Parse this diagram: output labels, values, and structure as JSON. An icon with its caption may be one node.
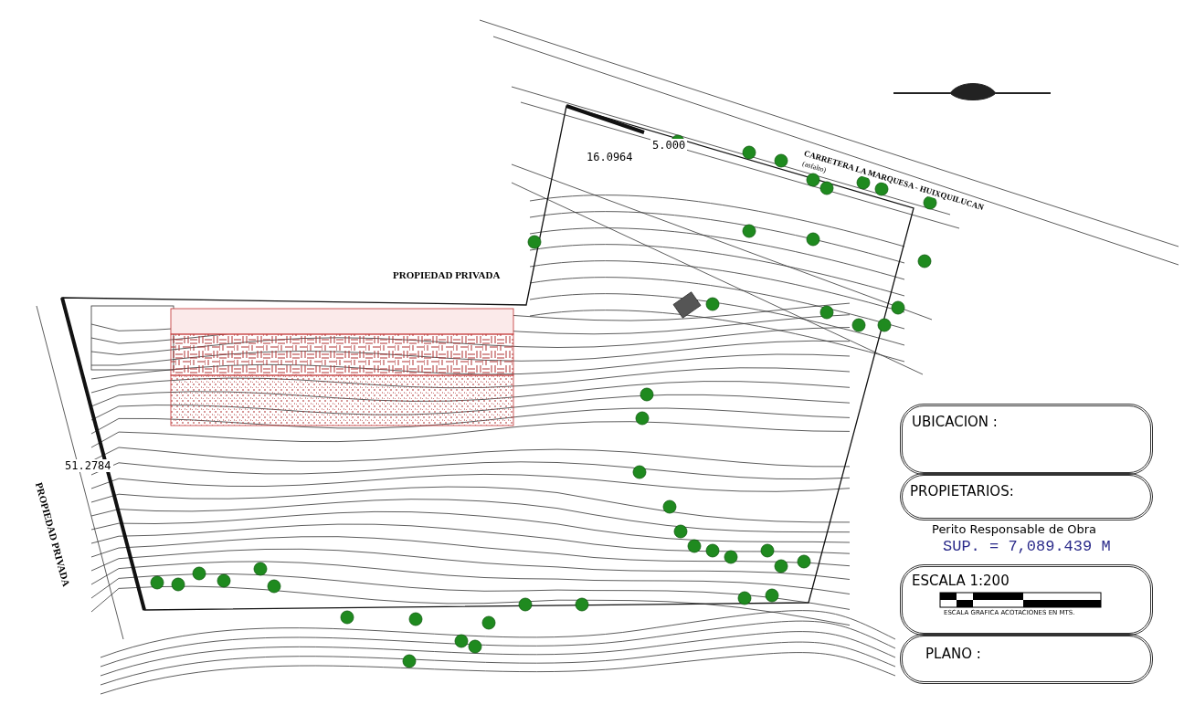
{
  "diagram": {
    "nodes": [
      {
        "text": [
          "UBICACION :"
        ]
      },
      {
        "text": [
          "PROPIETARIOS:"
        ]
      },
      {
        "text": [
          "ESCALA 1:200",
          "ESCALA GRAFICA ACOTACIONES EN MTS."
        ]
      },
      {
        "text": [
          "PLANO :"
        ]
      }
    ],
    "labels": [
      "CARRETERA LA MARQUESA - HUIXQUILUCAN",
      "(asfalto)",
      "16.0964",
      "5.000",
      "PROPIEDAD PRIVADA",
      "PROPIEDAD PRIVADA",
      "51.2784",
      "Perito Responsable de Obra",
      "SUP. = 7,089.439 M"
    ]
  }
}
